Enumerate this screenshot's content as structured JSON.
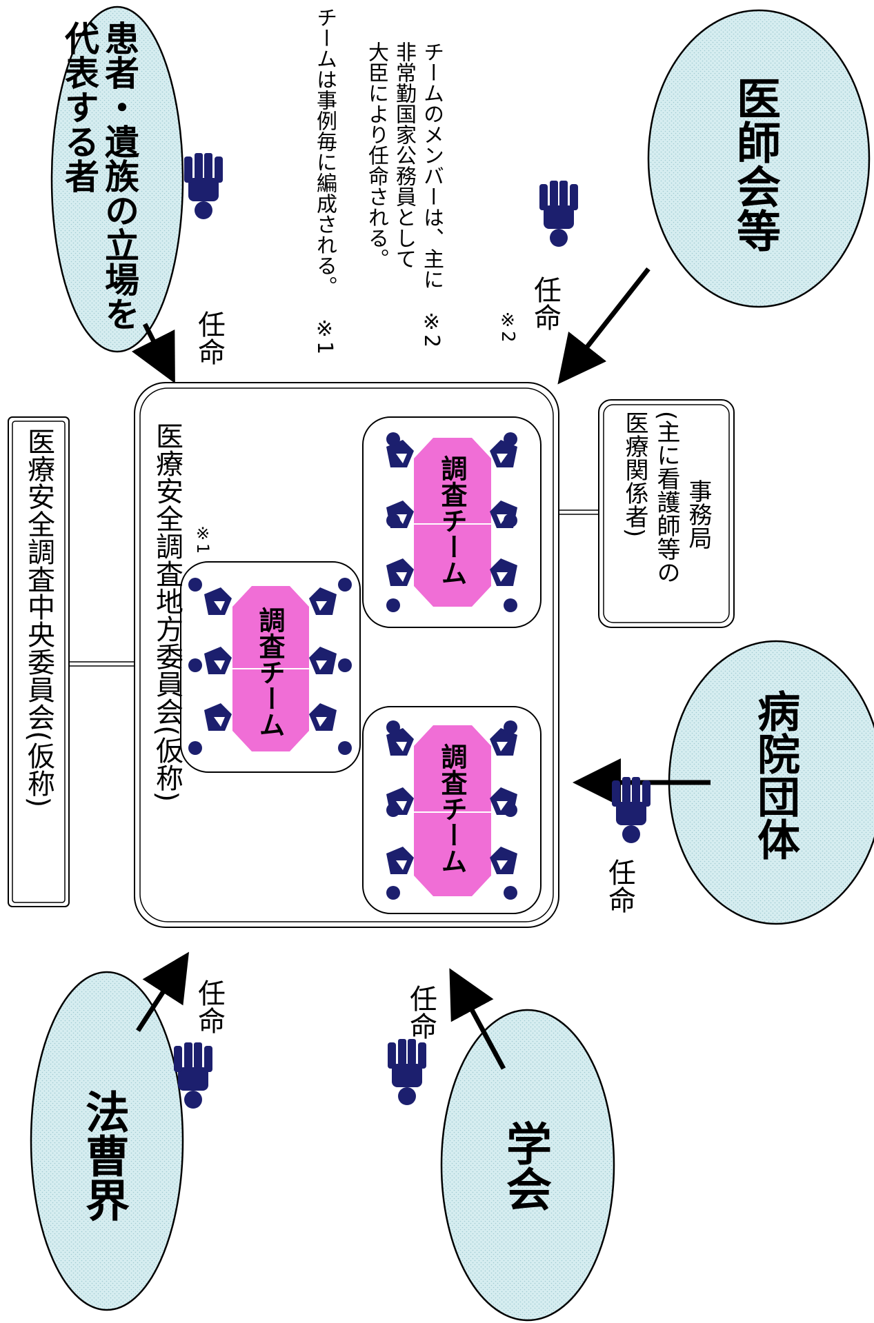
{
  "org": {
    "central_committee": "医療安全調査中央委員会(仮称)",
    "regional_committee": "医療安全調査地方委員会(仮称)",
    "secretariat_title": "事務局",
    "secretariat_line2": "(主に看護師等の",
    "secretariat_line3": "医療関係者)"
  },
  "stakeholders": {
    "patients_line1": "患者・遺族の立場を",
    "patients_line2": "代表する者",
    "medical_association": "医師会等",
    "hospital_groups": "病院団体",
    "legal": "法曹界",
    "academic": "学会"
  },
  "appoint_label": "任命",
  "team_label": "調査チーム",
  "notes": {
    "note1_mark": "※1",
    "note1_text": "チームは事例毎に編成される。",
    "note2_mark": "※2",
    "note2_line1": "チームのメンバーは、主に",
    "note2_line2": "非常勤国家公務員として",
    "note2_line3": "大臣により任命される。",
    "mark1": "※1",
    "mark2": "※2"
  },
  "colors": {
    "ellipse_fill": "#d9eef1",
    "person_navy": "#1c1f6e",
    "table_pink": "#f06ed6",
    "arrow": "#000000"
  }
}
